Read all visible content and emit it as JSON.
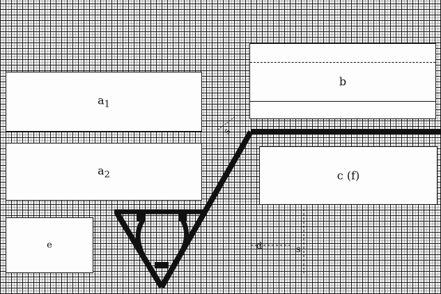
{
  "figure": {
    "panels": {
      "a1": {
        "label": "a",
        "subscript": "1"
      },
      "a2": {
        "label": "a",
        "subscript": "2"
      },
      "b": {
        "label": "b"
      },
      "c": {
        "label": "c (f)"
      },
      "e": {
        "label": "e"
      }
    },
    "dimension_labels": {
      "d": "d",
      "s_vertical": "s",
      "s_diagonal": "s"
    },
    "colors": {
      "ink": "#111111",
      "paper": "#f4f4f4",
      "panel_fill": "#fdfdfd"
    }
  }
}
